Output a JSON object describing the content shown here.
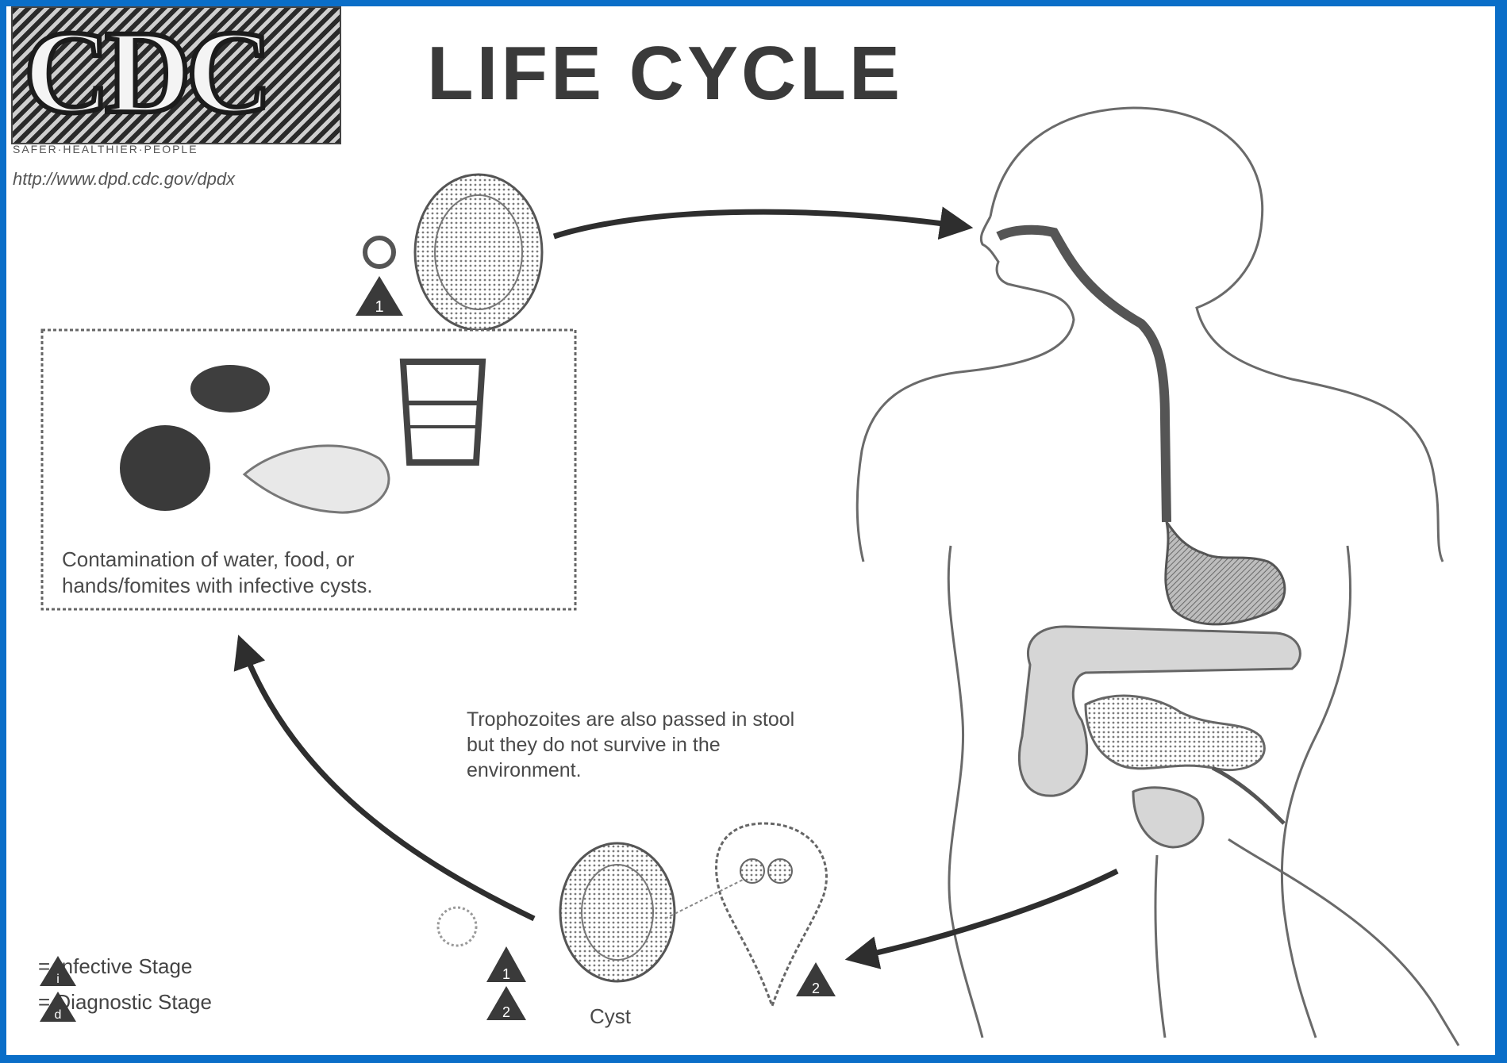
{
  "title": "LIFE CYCLE",
  "logo": {
    "text": "CDC",
    "subtitle_line1": "SAFER·HEALTHIER·PEOPLE",
    "subtitle_line2": "http://www.dpd.cdc.gov/dpdx"
  },
  "contamination_caption": {
    "line1": "Contamination of water, food, or",
    "line2": "hands/fomites with infective cysts."
  },
  "trophozoite_note": "Trophozoites are also passed in stool but they do not survive in the environment.",
  "cyst_label": "Cyst",
  "stage_numbers": {
    "ingested_cyst": "1",
    "passed_trophozoite": "2",
    "passed_cyst_a": "1",
    "passed_cyst_b": "2"
  },
  "legend": {
    "infective": {
      "num": "i",
      "label": "= Infective Stage"
    },
    "diagnostic": {
      "num": "d",
      "label": "= Diagnostic Stage"
    }
  },
  "colors": {
    "border": "#0a6ec8",
    "ink": "#2e2e2e"
  }
}
